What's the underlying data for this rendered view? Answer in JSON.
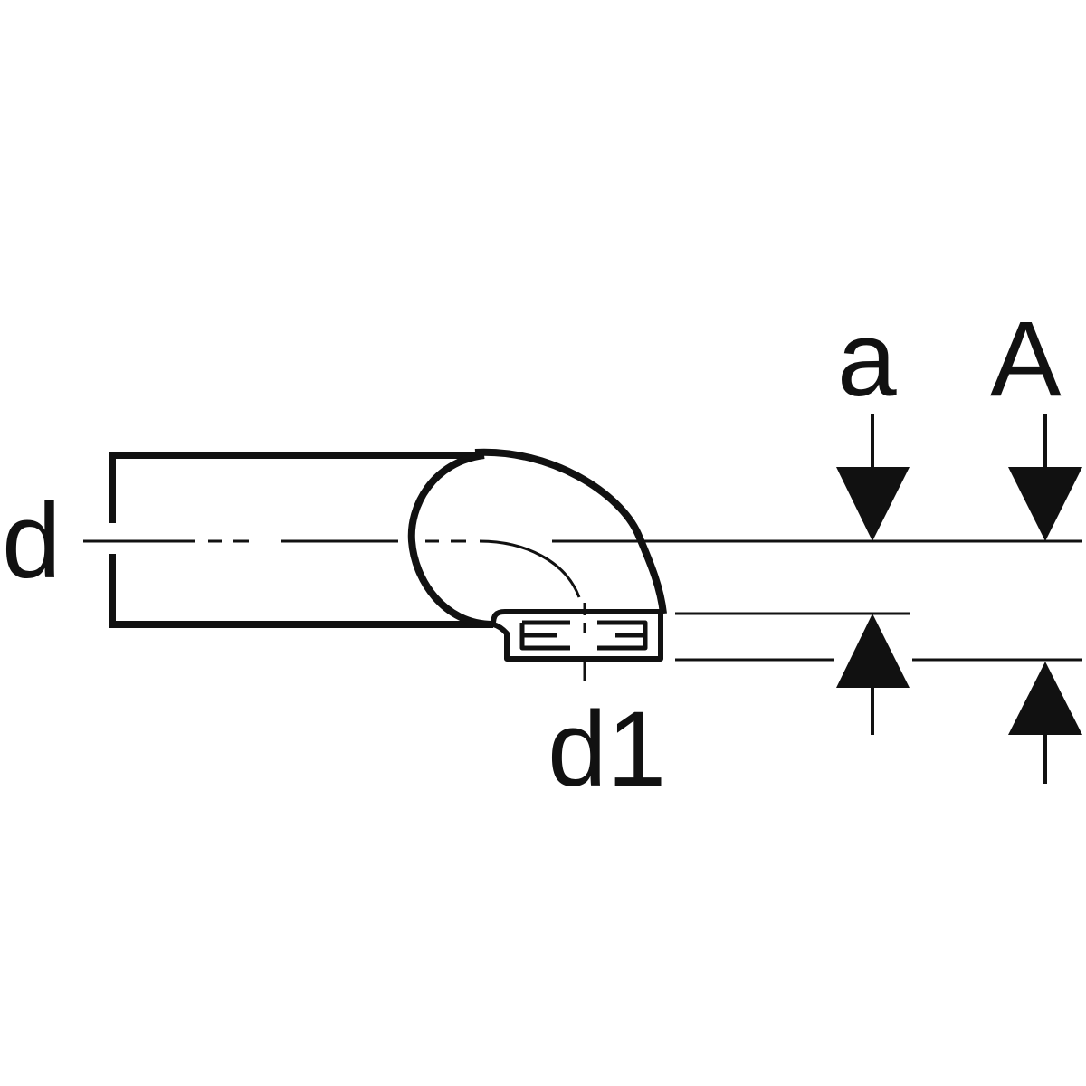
{
  "labels": {
    "d": "d",
    "d1": "d1",
    "a": "a",
    "A": "A"
  },
  "colors": {
    "line": "#111111",
    "background": "#ffffff"
  }
}
